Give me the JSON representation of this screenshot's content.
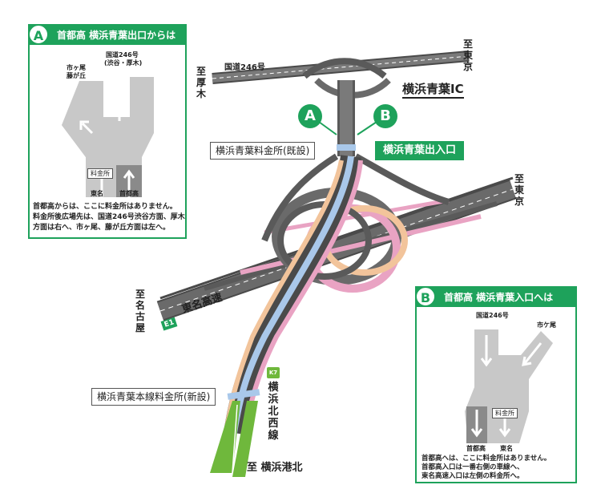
{
  "panel_a": {
    "badge": "A",
    "title": "首都高 横浜青葉出口からは",
    "road_246": "国道246号",
    "road_246_sub": "(渋谷・厚木)",
    "left_dest_1": "市ヶ尾",
    "left_dest_2": "藤が丘",
    "toll": "料金所",
    "lane_left": "東名",
    "lane_right": "首都高",
    "notes": [
      "首都高からは、ここに料金所はありません。",
      "料金所後広場先は、国道246号渋谷方面、厚木",
      "方面は右へ、市ヶ尾、藤が丘方面は左へ。"
    ]
  },
  "panel_b": {
    "badge": "B",
    "title": "首都高 横浜青葉入口へは",
    "road_246": "国道246号",
    "right_dest": "市ケ尾",
    "toll": "料金所",
    "lane_left": "首都高",
    "lane_right": "東名",
    "notes": [
      "首都高へは、ここに料金所はありません。",
      "首都高入口は一番右側の車線へ、",
      "東名高速入口は左側の料金所へ。"
    ]
  },
  "map": {
    "road_246": "国道246号",
    "to_atsugi": "至厚木",
    "to_tokyo_top": "至東京",
    "to_tokyo_right": "至東京",
    "to_nagoya": "至名古屋",
    "ic_name": "横浜青葉IC",
    "marker_a": "A",
    "marker_b": "B",
    "old_toll": "横浜青葉料金所(既設)",
    "exit_label": "横浜青葉出入口",
    "e1_badge": "E1",
    "tomei": "東名高速",
    "k7_badge": "K7",
    "route_k7": "横浜北西線",
    "new_toll": "横浜青葉本線料金所(新設)",
    "to_kohoku": "至 横浜港北"
  },
  "colors": {
    "brand_green": "#1ea25b",
    "road_dark": "#4a4a4a",
    "road_gray": "#888888",
    "ramp_pink": "#e9a3c3",
    "ramp_peach": "#f2c49b",
    "ramp_blue": "#a9c8ea",
    "route_green": "#6fb83c"
  }
}
